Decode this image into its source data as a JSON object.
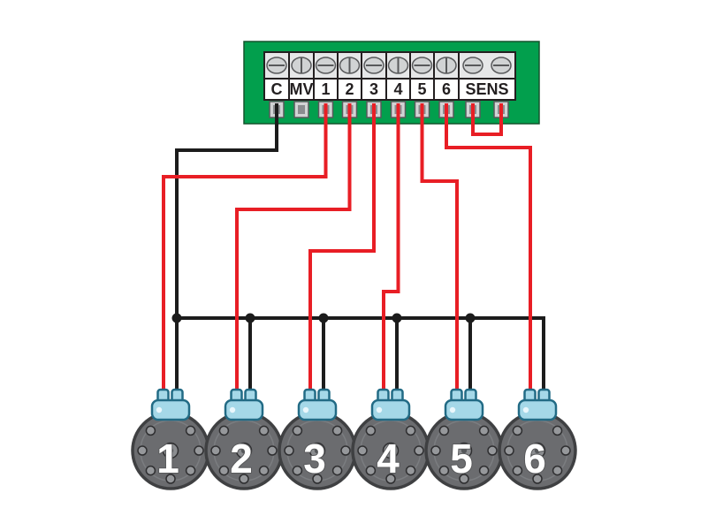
{
  "terminals": {
    "labels": [
      "C",
      "MV",
      "1",
      "2",
      "3",
      "4",
      "5",
      "6",
      "SENS"
    ]
  },
  "valves": {
    "labels": [
      "1",
      "2",
      "3",
      "4",
      "5",
      "6"
    ]
  },
  "colors": {
    "board_green": "#029F4D",
    "strip_gray": "#E6E7E8",
    "strip_white": "#FFFFFF",
    "wire_hot_red": "#E81E25",
    "wire_common_black": "#1C1C1C",
    "valve_body_gray": "#6B6C6F",
    "solenoid_blue": "#A5D8E8",
    "background": "#FFFFFF"
  },
  "connections": [
    {
      "from": "C",
      "to": "common bus to all valves",
      "color": "black"
    },
    {
      "from": "1",
      "to": "valve 1",
      "color": "red"
    },
    {
      "from": "2",
      "to": "valve 2",
      "color": "red"
    },
    {
      "from": "3",
      "to": "valve 3",
      "color": "red"
    },
    {
      "from": "4",
      "to": "valve 4",
      "color": "red"
    },
    {
      "from": "5",
      "to": "valve 5",
      "color": "red"
    },
    {
      "from": "6",
      "to": "valve 6",
      "color": "red"
    },
    {
      "from": "SENS",
      "to": "SENS (jumper loop)",
      "color": "red"
    }
  ]
}
